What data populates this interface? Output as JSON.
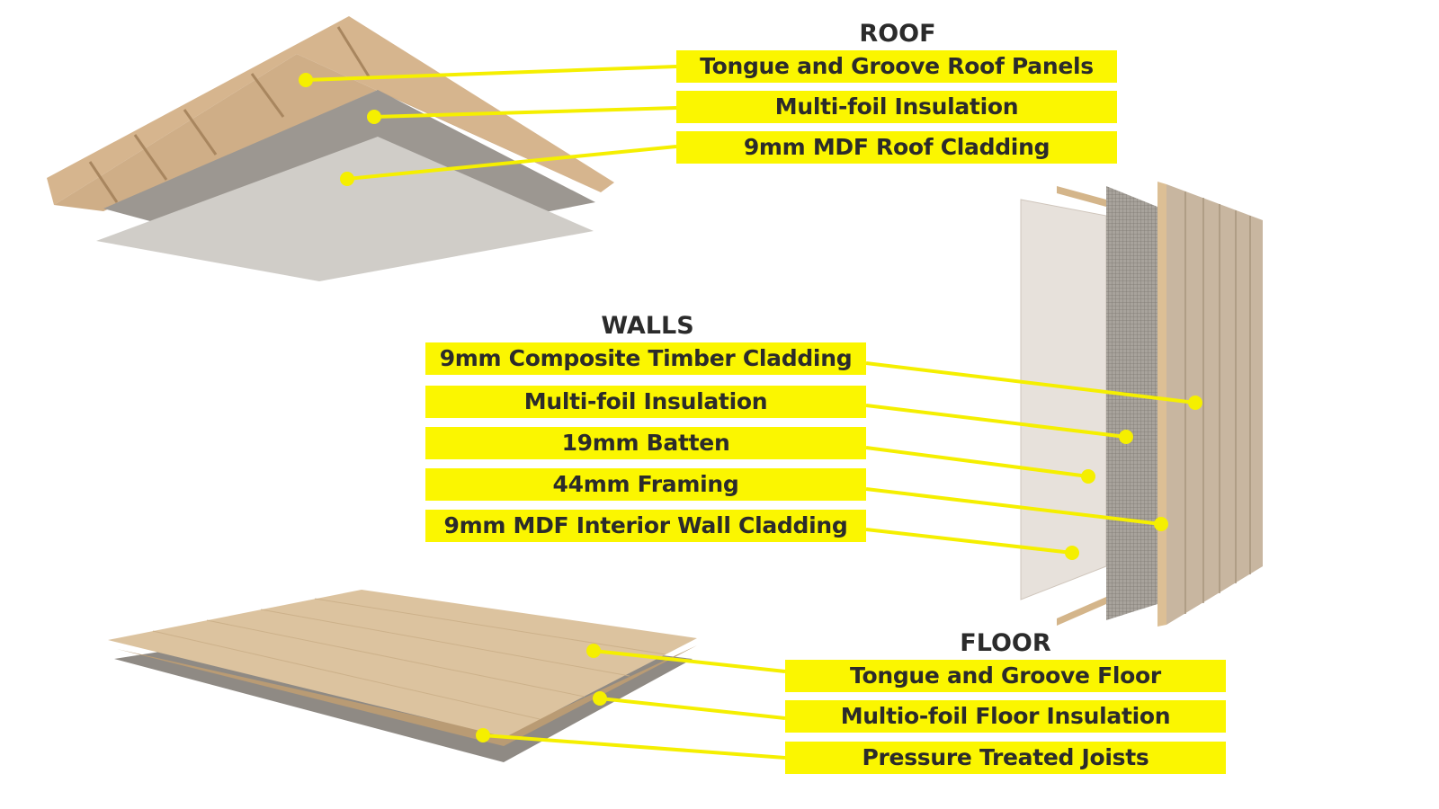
{
  "colors": {
    "label_bg": "#fbf600",
    "leader": "#f5ef00",
    "text": "#2b2b2b"
  },
  "roof": {
    "title": "ROOF",
    "labels": [
      "Tongue and Groove Roof Panels",
      "Multi-foil Insulation",
      "9mm MDF Roof Cladding"
    ]
  },
  "walls": {
    "title": "WALLS",
    "labels": [
      "9mm Composite Timber Cladding",
      "Multi-foil Insulation",
      "19mm Batten",
      "44mm Framing",
      "9mm MDF Interior Wall Cladding"
    ]
  },
  "floor": {
    "title": "FLOOR",
    "labels": [
      "Tongue and Groove Floor",
      "Multio-foil Floor Insulation",
      "Pressure Treated Joists"
    ]
  }
}
